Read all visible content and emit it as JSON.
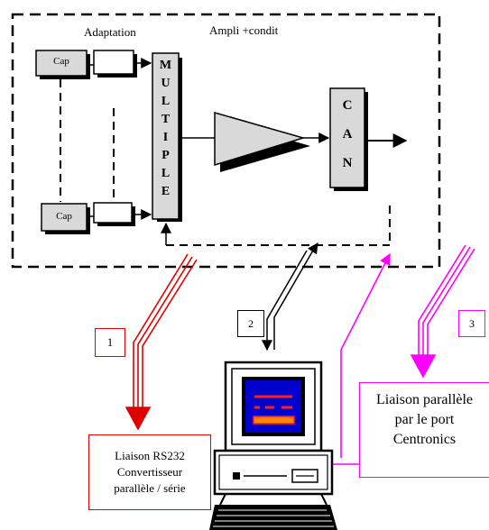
{
  "diagram": {
    "acquisition": {
      "adaptation_label": "Adaptation",
      "ampli_label": "Ampli +condit",
      "sensor_top_label": "Cap",
      "sensor_bottom_label": "Cap",
      "multiplex_letters": [
        "M",
        "U",
        "L",
        "T",
        "I",
        "P",
        "L",
        "E"
      ],
      "can_letters": [
        "C",
        "A",
        "N"
      ]
    },
    "links": [
      {
        "number": "1",
        "color": "#e00000",
        "text": [
          "Liaison RS232",
          "Convertisseur",
          "parallèle / série"
        ]
      },
      {
        "number": "2",
        "color": "#000000"
      },
      {
        "number": "3",
        "color": "#ff00ff",
        "text": [
          "Liaison parallèle",
          "par le port",
          "Centronics"
        ]
      }
    ],
    "colors": {
      "block_fill": "#d9d9d9",
      "link1": "#e00000",
      "link3": "#ff00ff",
      "screen_bg": "#0000cc",
      "screen_lines": "#ff2020",
      "screen_bar": "#ff8800"
    }
  }
}
